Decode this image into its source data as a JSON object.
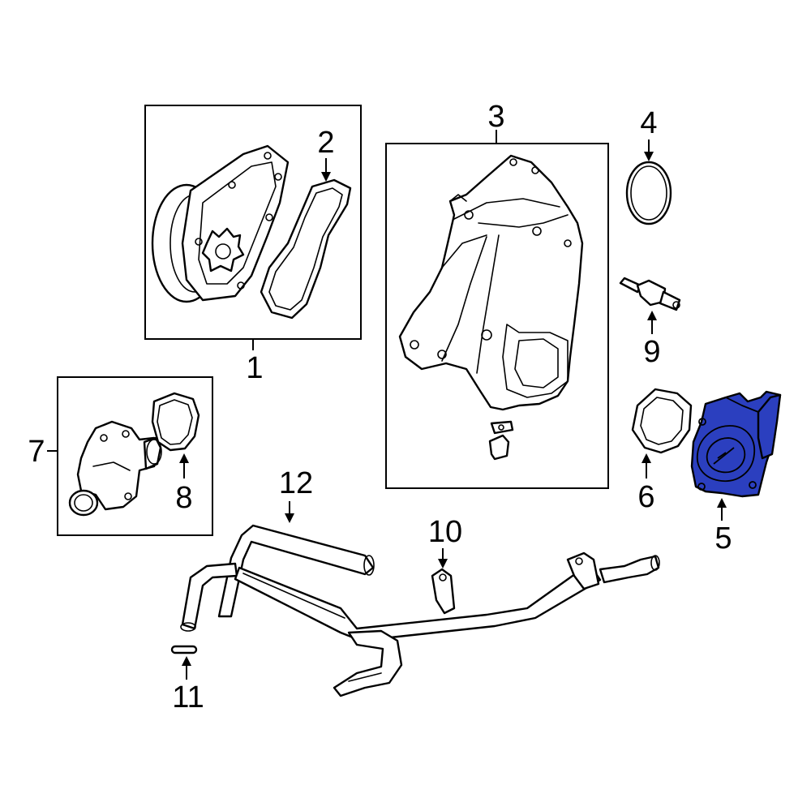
{
  "highlight_color": "#2b3fbf",
  "callouts": {
    "c1": "1",
    "c2": "2",
    "c3": "3",
    "c4": "4",
    "c5": "5",
    "c6": "6",
    "c7": "7",
    "c8": "8",
    "c9": "9",
    "c10": "10",
    "c11": "11",
    "c12": "12"
  },
  "highlighted_part": "5"
}
